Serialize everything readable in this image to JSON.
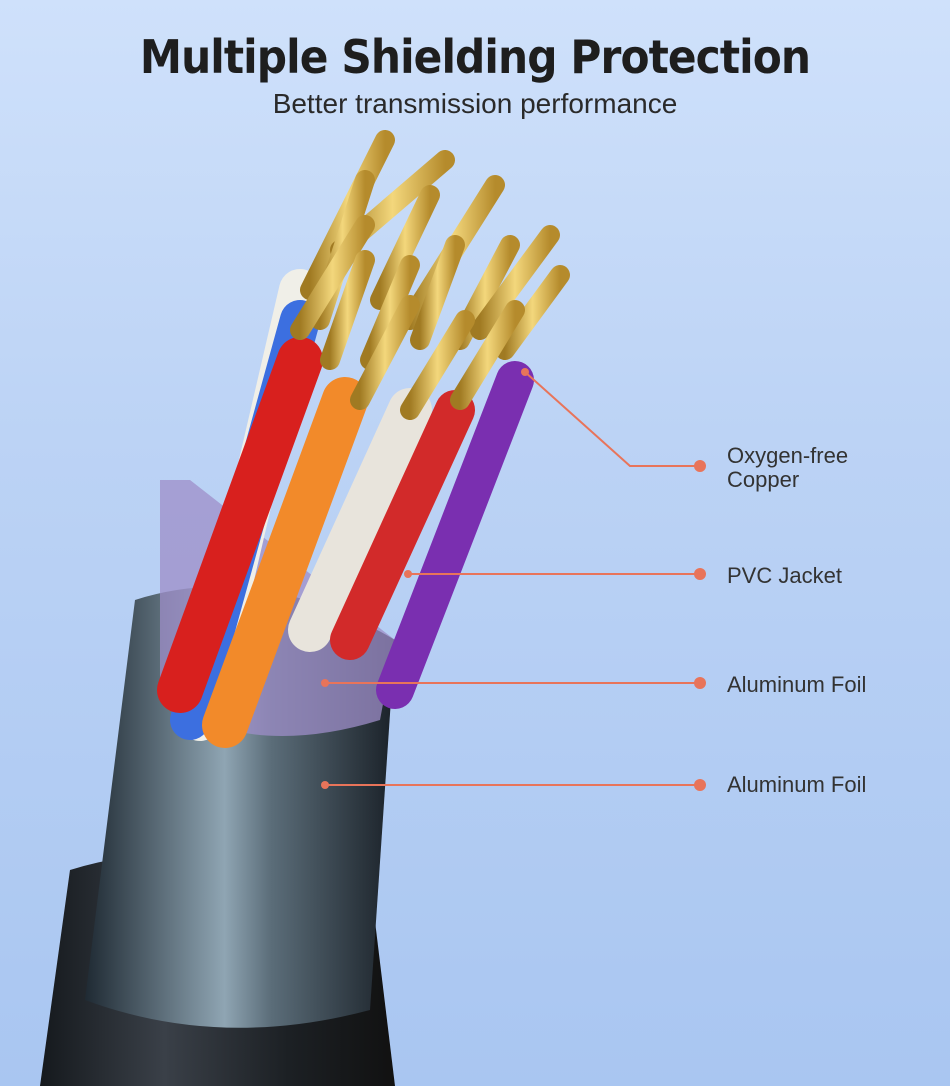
{
  "header": {
    "title": "Multiple Shielding Protection",
    "subtitle": "Better transmission performance"
  },
  "callouts": [
    {
      "line1": "Oxygen-free",
      "line2": "Copper"
    },
    {
      "line1": "PVC Jacket",
      "line2": ""
    },
    {
      "line1": "Aluminum Foil",
      "line2": ""
    },
    {
      "line1": "Aluminum Foil",
      "line2": ""
    }
  ],
  "colors": {
    "background": "#bcd3f5",
    "callout_line": "#e8745a",
    "conductor": "#d9b24a",
    "jacket": "#2a3036"
  }
}
